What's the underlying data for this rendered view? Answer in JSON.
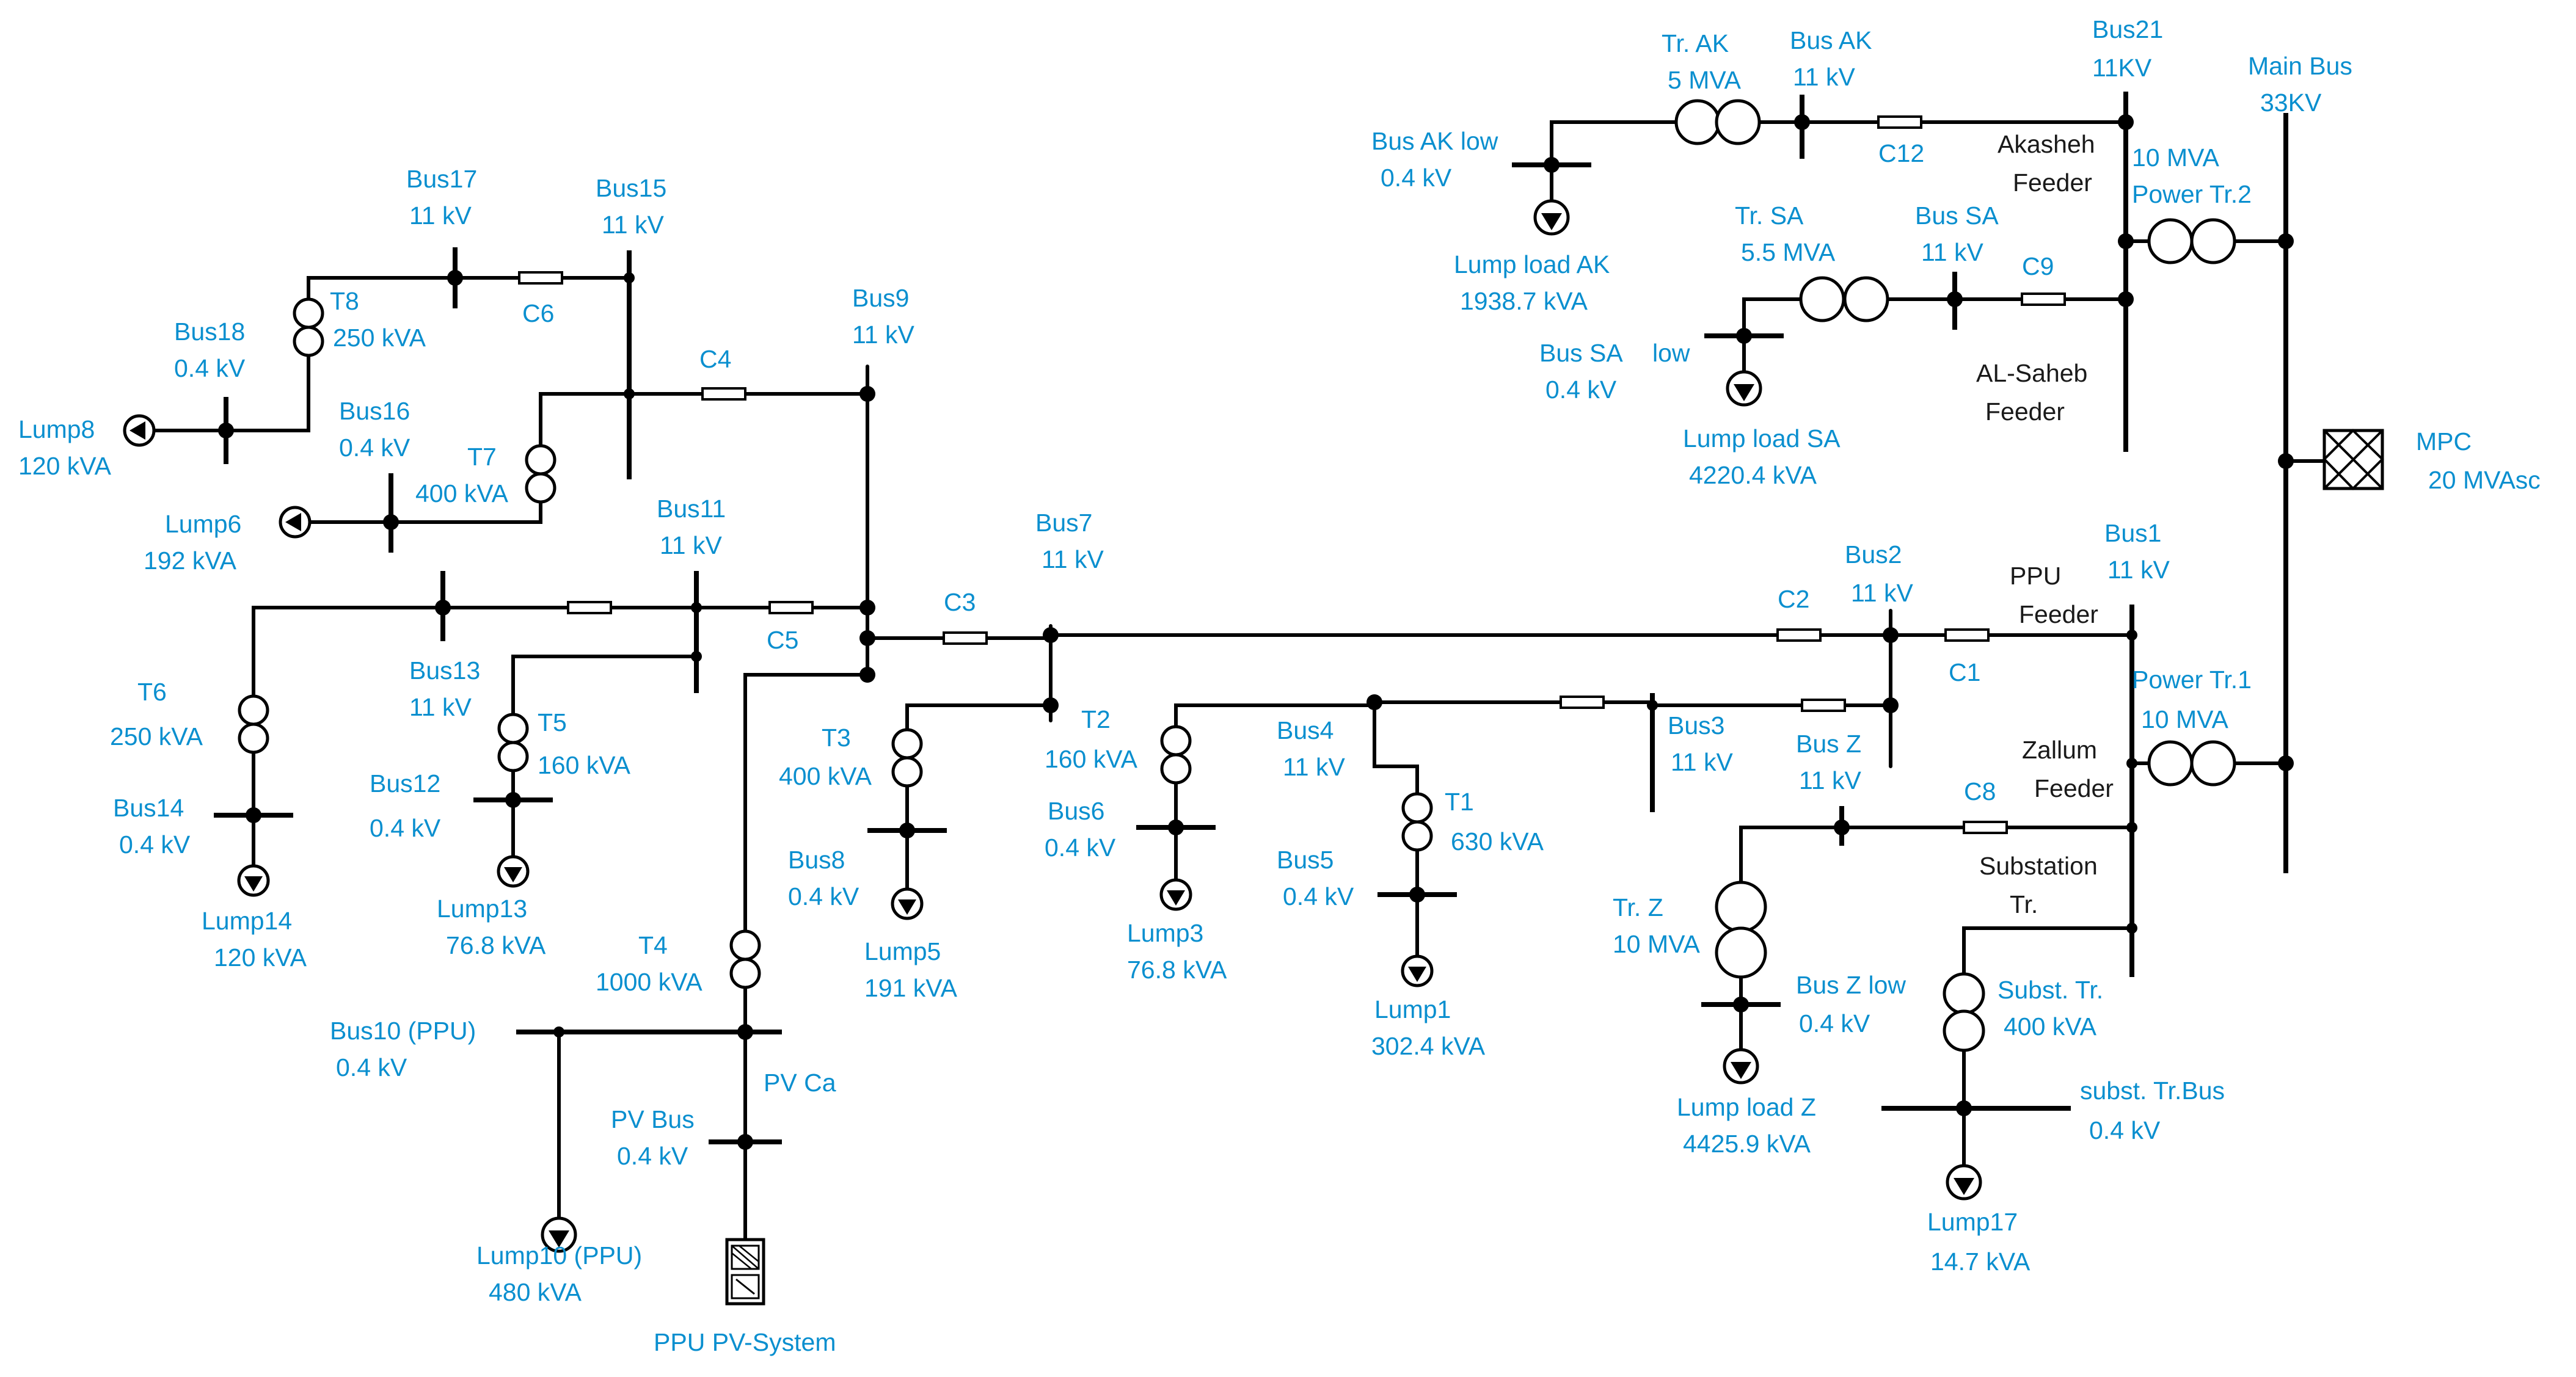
{
  "labels": [
    {
      "name": "label-bus17-name",
      "text": "Bus17"
    },
    {
      "name": "label-bus17-voltage",
      "text": "11 kV"
    },
    {
      "name": "label-bus15-name",
      "text": "Bus15"
    },
    {
      "name": "label-bus15-voltage",
      "text": "11 kV"
    },
    {
      "name": "label-t8-name",
      "text": "T8"
    },
    {
      "name": "label-t8-rating",
      "text": "250 kVA"
    },
    {
      "name": "label-c6",
      "text": "C6"
    },
    {
      "name": "label-bus18-name",
      "text": "Bus18"
    },
    {
      "name": "label-bus18-voltage",
      "text": "0.4 kV"
    },
    {
      "name": "label-lump8-name",
      "text": "Lump8"
    },
    {
      "name": "label-lump8-rating",
      "text": "120 kVA"
    },
    {
      "name": "label-bus16-name",
      "text": "Bus16"
    },
    {
      "name": "label-bus16-voltage",
      "text": "0.4 kV"
    },
    {
      "name": "label-t7-name",
      "text": "T7"
    },
    {
      "name": "label-t7-rating",
      "text": "400 kVA"
    },
    {
      "name": "label-c4",
      "text": "C4"
    },
    {
      "name": "label-bus9-name",
      "text": "Bus9"
    },
    {
      "name": "label-bus9-voltage",
      "text": "11 kV"
    },
    {
      "name": "label-lump6-name",
      "text": "Lump6"
    },
    {
      "name": "label-lump6-rating",
      "text": "192 kVA"
    },
    {
      "name": "label-bus11-name",
      "text": "Bus11"
    },
    {
      "name": "label-bus11-voltage",
      "text": "11 kV"
    },
    {
      "name": "label-bus7-name",
      "text": "Bus7"
    },
    {
      "name": "label-bus7-voltage",
      "text": "11 kV"
    },
    {
      "name": "label-c3",
      "text": "C3"
    },
    {
      "name": "label-c5",
      "text": "C5"
    },
    {
      "name": "label-bus13-name",
      "text": "Bus13"
    },
    {
      "name": "label-bus13-voltage",
      "text": "11 kV"
    },
    {
      "name": "label-t6-name",
      "text": "T6"
    },
    {
      "name": "label-t6-rating",
      "text": "250 kVA"
    },
    {
      "name": "label-t5-name",
      "text": "T5"
    },
    {
      "name": "label-t5-rating",
      "text": "160 kVA"
    },
    {
      "name": "label-bus12-name",
      "text": "Bus12"
    },
    {
      "name": "label-bus12-voltage",
      "text": "0.4 kV"
    },
    {
      "name": "label-bus14-name",
      "text": "Bus14"
    },
    {
      "name": "label-bus14-voltage",
      "text": "0.4 kV"
    },
    {
      "name": "label-lump14-name",
      "text": "Lump14"
    },
    {
      "name": "label-lump14-rating",
      "text": "120 kVA"
    },
    {
      "name": "label-lump13-name",
      "text": "Lump13"
    },
    {
      "name": "label-lump13-rating",
      "text": "76.8 kVA"
    },
    {
      "name": "label-t3-name",
      "text": "T3"
    },
    {
      "name": "label-t3-rating",
      "text": "400 kVA"
    },
    {
      "name": "label-t2-name",
      "text": "T2"
    },
    {
      "name": "label-t2-rating",
      "text": "160 kVA"
    },
    {
      "name": "label-bus8-name",
      "text": "Bus8"
    },
    {
      "name": "label-bus8-voltage",
      "text": "0.4 kV"
    },
    {
      "name": "label-bus6-name",
      "text": "Bus6"
    },
    {
      "name": "label-bus6-voltage",
      "text": "0.4 kV"
    },
    {
      "name": "label-lump5-name",
      "text": "Lump5"
    },
    {
      "name": "label-lump5-rating",
      "text": "191 kVA"
    },
    {
      "name": "label-lump3-name",
      "text": "Lump3"
    },
    {
      "name": "label-lump3-rating",
      "text": "76.8 kVA"
    },
    {
      "name": "label-t4-name",
      "text": "T4"
    },
    {
      "name": "label-t4-rating",
      "text": "1000 kVA"
    },
    {
      "name": "label-bus10-name",
      "text": "Bus10 (PPU)"
    },
    {
      "name": "label-bus10-voltage",
      "text": "0.4 kV"
    },
    {
      "name": "label-pv-ca",
      "text": "PV Ca"
    },
    {
      "name": "label-pv-bus-name",
      "text": "PV Bus"
    },
    {
      "name": "label-pv-bus-voltage",
      "text": "0.4 kV"
    },
    {
      "name": "label-lump10-name",
      "text": "Lump10 (PPU)"
    },
    {
      "name": "label-lump10-rating",
      "text": "480 kVA"
    },
    {
      "name": "label-pv-system",
      "text": "PPU PV-System"
    },
    {
      "name": "label-bus4-name",
      "text": "Bus4"
    },
    {
      "name": "label-bus4-voltage",
      "text": "11 kV"
    },
    {
      "name": "label-bus3-name",
      "text": "Bus3"
    },
    {
      "name": "label-bus3-voltage",
      "text": "11 kV"
    },
    {
      "name": "label-t1-name",
      "text": "T1"
    },
    {
      "name": "label-t1-rating",
      "text": "630 kVA"
    },
    {
      "name": "label-bus5-name",
      "text": "Bus5"
    },
    {
      "name": "label-bus5-voltage",
      "text": "0.4 kV"
    },
    {
      "name": "label-lump1-name",
      "text": "Lump1"
    },
    {
      "name": "label-lump1-rating",
      "text": "302.4 kVA"
    },
    {
      "name": "label-bus2-name",
      "text": "Bus2"
    },
    {
      "name": "label-bus2-voltage",
      "text": "11 kV"
    },
    {
      "name": "label-c2",
      "text": "C2"
    },
    {
      "name": "label-c1",
      "text": "C1"
    },
    {
      "name": "label-busz-name",
      "text": "Bus Z"
    },
    {
      "name": "label-busz-voltage",
      "text": "11 kV"
    },
    {
      "name": "label-c8",
      "text": "C8"
    },
    {
      "name": "label-trz-name",
      "text": "Tr. Z"
    },
    {
      "name": "label-trz-rating",
      "text": "10 MVA"
    },
    {
      "name": "label-buszlow-name",
      "text": "Bus Z low"
    },
    {
      "name": "label-buszlow-voltage",
      "text": "0.4 kV"
    },
    {
      "name": "label-lumpz-name",
      "text": "Lump load Z"
    },
    {
      "name": "label-lumpz-rating",
      "text": "4425.9 kVA"
    },
    {
      "name": "label-bus1-name",
      "text": "Bus1"
    },
    {
      "name": "label-bus1-voltage",
      "text": "11 kV"
    },
    {
      "name": "label-power-tr1-name",
      "text": "Power Tr.1"
    },
    {
      "name": "label-power-tr1-rating",
      "text": "10 MVA"
    },
    {
      "name": "label-subst-tr-name",
      "text": "Subst. Tr."
    },
    {
      "name": "label-subst-tr-rating",
      "text": "400 kVA"
    },
    {
      "name": "label-subst-bus-name",
      "text": "subst. Tr.Bus"
    },
    {
      "name": "label-subst-bus-voltage",
      "text": "0.4 kV"
    },
    {
      "name": "label-lump17-name",
      "text": "Lump17"
    },
    {
      "name": "label-lump17-rating",
      "text": "14.7 kVA"
    },
    {
      "name": "label-tr-ak-name",
      "text": "Tr. AK"
    },
    {
      "name": "label-tr-ak-rating",
      "text": "5 MVA"
    },
    {
      "name": "label-bus-ak-name",
      "text": "Bus AK"
    },
    {
      "name": "label-bus-ak-voltage",
      "text": "11 kV"
    },
    {
      "name": "label-c12",
      "text": "C12"
    },
    {
      "name": "label-bus-ak-low-name",
      "text": "Bus AK low"
    },
    {
      "name": "label-bus-ak-low-voltage",
      "text": "0.4 kV"
    },
    {
      "name": "label-lump-ak-name",
      "text": "Lump load AK"
    },
    {
      "name": "label-lump-ak-rating",
      "text": "1938.7 kVA"
    },
    {
      "name": "label-bus21-name",
      "text": "Bus21"
    },
    {
      "name": "label-bus21-voltage",
      "text": "11KV"
    },
    {
      "name": "label-main-bus-name",
      "text": "Main Bus"
    },
    {
      "name": "label-main-bus-voltage",
      "text": "33KV"
    },
    {
      "name": "label-power-tr2-rating",
      "text": "10 MVA"
    },
    {
      "name": "label-power-tr2-name",
      "text": "Power Tr.2"
    },
    {
      "name": "label-tr-sa-name",
      "text": "Tr. SA"
    },
    {
      "name": "label-tr-sa-rating",
      "text": "5.5 MVA"
    },
    {
      "name": "label-bus-sa-name",
      "text": "Bus SA"
    },
    {
      "name": "label-bus-sa-voltage",
      "text": "11 kV"
    },
    {
      "name": "label-c9",
      "text": "C9"
    },
    {
      "name": "label-bus-sa-low-name",
      "text": "Bus SA"
    },
    {
      "name": "label-bus-sa-low-suffix",
      "text": "low"
    },
    {
      "name": "label-bus-sa-low-voltage",
      "text": "0.4 kV"
    },
    {
      "name": "label-lump-sa-name",
      "text": "Lump load SA"
    },
    {
      "name": "label-lump-sa-rating",
      "text": "4220.4 kVA"
    },
    {
      "name": "label-mpc-name",
      "text": "MPC"
    },
    {
      "name": "label-mpc-rating",
      "text": "20 MVAsc"
    }
  ],
  "feeders": [
    {
      "name": "label-akasheh-feeder-1",
      "text": "Akasheh"
    },
    {
      "name": "label-akasheh-feeder-2",
      "text": "Feeder"
    },
    {
      "name": "label-alsaheb-feeder-1",
      "text": "AL-Saheb"
    },
    {
      "name": "label-alsaheb-feeder-2",
      "text": "Feeder"
    },
    {
      "name": "label-ppu-feeder-1",
      "text": "PPU"
    },
    {
      "name": "label-ppu-feeder-2",
      "text": "Feeder"
    },
    {
      "name": "label-zallum-feeder-1",
      "text": "Zallum"
    },
    {
      "name": "label-zallum-feeder-2",
      "text": "Feeder"
    },
    {
      "name": "label-substation-tr-1",
      "text": "Substation"
    },
    {
      "name": "label-substation-tr-2",
      "text": "Tr."
    }
  ],
  "colors": {
    "label": "#0a8fcf",
    "feeder_label": "#1a1a1a",
    "line": "#000000",
    "background": "#ffffff"
  }
}
